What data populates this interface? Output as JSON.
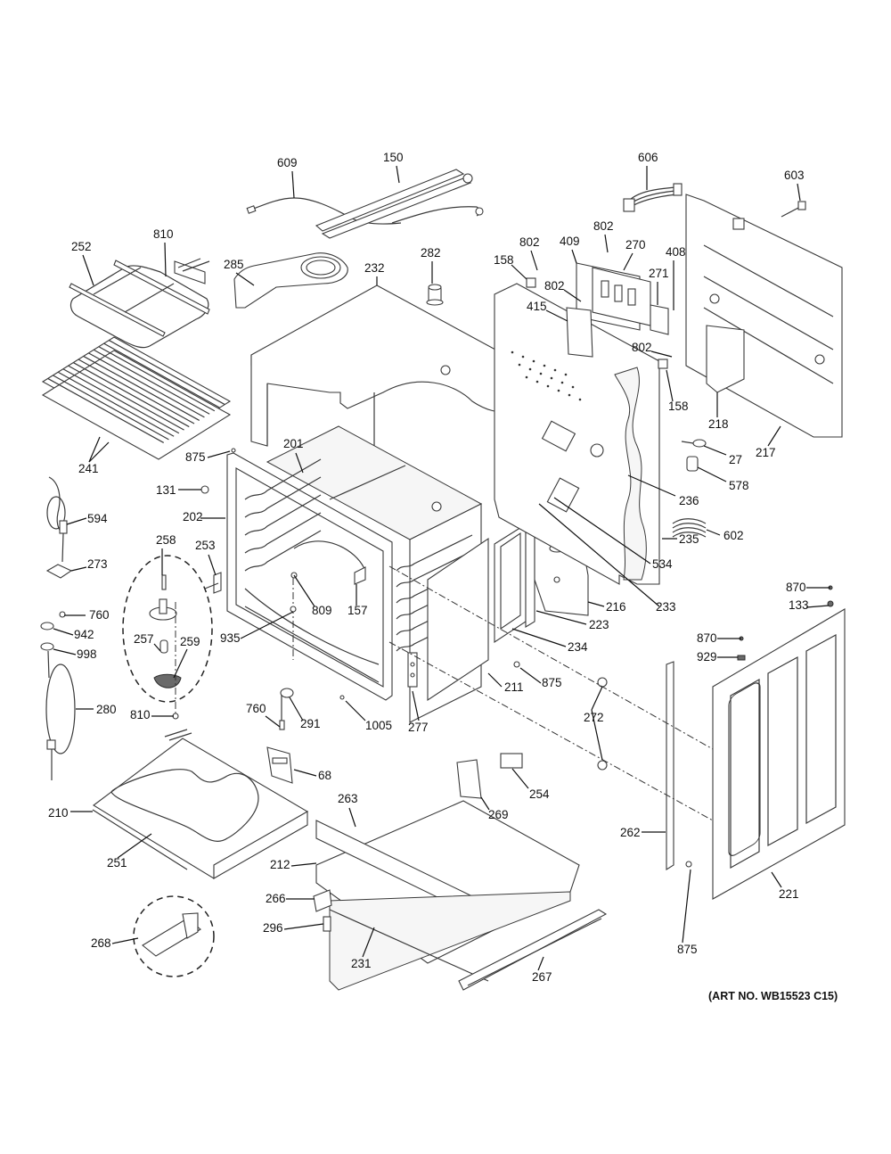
{
  "diagram": {
    "title": "Oven Body Exploded Parts Diagram",
    "art_number": "(ART NO. WB15523 C15)",
    "callouts": [
      {
        "id": "609",
        "label": "609"
      },
      {
        "id": "150",
        "label": "150"
      },
      {
        "id": "606",
        "label": "606"
      },
      {
        "id": "603",
        "label": "603"
      },
      {
        "id": "810a",
        "label": "810"
      },
      {
        "id": "252",
        "label": "252"
      },
      {
        "id": "285",
        "label": "285"
      },
      {
        "id": "232",
        "label": "232"
      },
      {
        "id": "282",
        "label": "282"
      },
      {
        "id": "802a",
        "label": "802"
      },
      {
        "id": "158a",
        "label": "158"
      },
      {
        "id": "409",
        "label": "409"
      },
      {
        "id": "802b",
        "label": "802"
      },
      {
        "id": "270",
        "label": "270"
      },
      {
        "id": "802c",
        "label": "802"
      },
      {
        "id": "415",
        "label": "415"
      },
      {
        "id": "271",
        "label": "271"
      },
      {
        "id": "408",
        "label": "408"
      },
      {
        "id": "802d",
        "label": "802"
      },
      {
        "id": "158b",
        "label": "158"
      },
      {
        "id": "218",
        "label": "218"
      },
      {
        "id": "217",
        "label": "217"
      },
      {
        "id": "241",
        "label": "241"
      },
      {
        "id": "201",
        "label": "201"
      },
      {
        "id": "875a",
        "label": "875"
      },
      {
        "id": "27",
        "label": "27"
      },
      {
        "id": "578",
        "label": "578"
      },
      {
        "id": "236",
        "label": "236"
      },
      {
        "id": "131",
        "label": "131"
      },
      {
        "id": "202",
        "label": "202"
      },
      {
        "id": "594",
        "label": "594"
      },
      {
        "id": "602",
        "label": "602"
      },
      {
        "id": "235",
        "label": "235"
      },
      {
        "id": "534",
        "label": "534"
      },
      {
        "id": "258",
        "label": "258"
      },
      {
        "id": "253",
        "label": "253"
      },
      {
        "id": "273",
        "label": "273"
      },
      {
        "id": "809",
        "label": "809"
      },
      {
        "id": "157",
        "label": "157"
      },
      {
        "id": "233",
        "label": "233"
      },
      {
        "id": "216",
        "label": "216"
      },
      {
        "id": "870a",
        "label": "870"
      },
      {
        "id": "133",
        "label": "133"
      },
      {
        "id": "760a",
        "label": "760"
      },
      {
        "id": "942",
        "label": "942"
      },
      {
        "id": "257",
        "label": "257"
      },
      {
        "id": "259",
        "label": "259"
      },
      {
        "id": "935",
        "label": "935"
      },
      {
        "id": "223",
        "label": "223"
      },
      {
        "id": "998",
        "label": "998"
      },
      {
        "id": "234",
        "label": "234"
      },
      {
        "id": "870b",
        "label": "870"
      },
      {
        "id": "929",
        "label": "929"
      },
      {
        "id": "875b",
        "label": "875"
      },
      {
        "id": "211",
        "label": "211"
      },
      {
        "id": "280",
        "label": "280"
      },
      {
        "id": "272",
        "label": "272"
      },
      {
        "id": "810b",
        "label": "810"
      },
      {
        "id": "760b",
        "label": "760"
      },
      {
        "id": "291",
        "label": "291"
      },
      {
        "id": "1005",
        "label": "1005"
      },
      {
        "id": "277",
        "label": "277"
      },
      {
        "id": "68",
        "label": "68"
      },
      {
        "id": "254",
        "label": "254"
      },
      {
        "id": "263",
        "label": "263"
      },
      {
        "id": "269",
        "label": "269"
      },
      {
        "id": "210",
        "label": "210"
      },
      {
        "id": "262",
        "label": "262"
      },
      {
        "id": "251",
        "label": "251"
      },
      {
        "id": "212",
        "label": "212"
      },
      {
        "id": "266",
        "label": "266"
      },
      {
        "id": "221",
        "label": "221"
      },
      {
        "id": "875c",
        "label": "875"
      },
      {
        "id": "296",
        "label": "296"
      },
      {
        "id": "268",
        "label": "268"
      },
      {
        "id": "231",
        "label": "231"
      },
      {
        "id": "267",
        "label": "267"
      }
    ]
  }
}
